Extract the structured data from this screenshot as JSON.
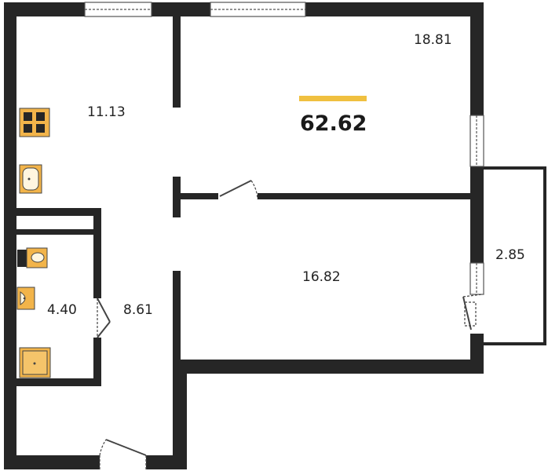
{
  "total_area": {
    "value": "62.62",
    "accent_color": "#f0c040"
  },
  "rooms": [
    {
      "id": "kitchen",
      "area": "11.13"
    },
    {
      "id": "room-top",
      "area": "18.81"
    },
    {
      "id": "room-bottom",
      "area": "16.82"
    },
    {
      "id": "balcony",
      "area": "2.85"
    },
    {
      "id": "bathroom",
      "area": "4.40"
    },
    {
      "id": "hallway",
      "area": "8.61"
    }
  ],
  "colors": {
    "wall": "#262626",
    "fixture": "#f2b44a",
    "background": "#ffffff"
  },
  "fixtures": [
    {
      "type": "stove-icon"
    },
    {
      "type": "kitchen-sink-icon"
    },
    {
      "type": "toilet-icon"
    },
    {
      "type": "washbasin-icon"
    },
    {
      "type": "shower-tray-icon"
    }
  ]
}
